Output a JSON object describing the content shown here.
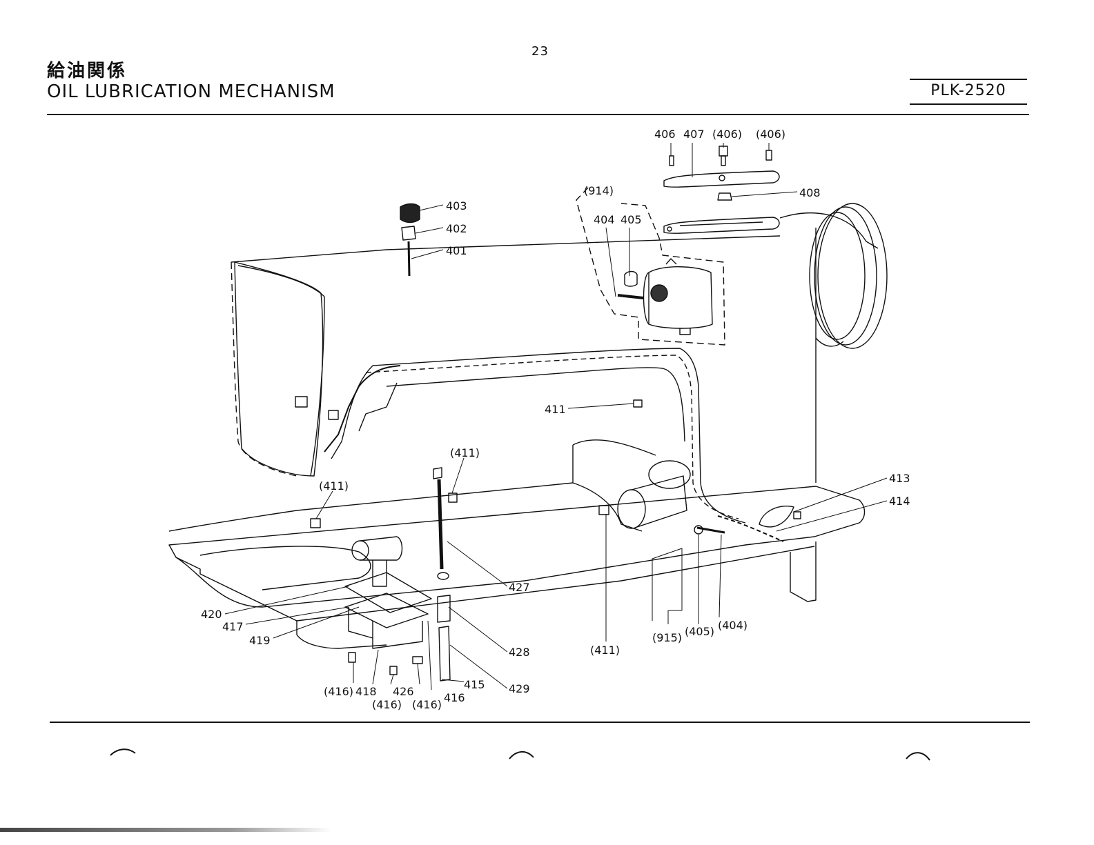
{
  "header": {
    "page_number": "23",
    "title_jp": "給油関係",
    "title_en": "OIL LUBRICATION MECHANISM",
    "model": "PLK-2520"
  },
  "callouts": {
    "c403": "403",
    "c402": "402",
    "c401": "401",
    "c406": "406",
    "c407": "407",
    "c406a": "(406)",
    "c406b": "(406)",
    "c408": "408",
    "c914": "(914)",
    "c404": "404",
    "c405": "405",
    "c411": "411",
    "c411a": "(411)",
    "c411b": "(411)",
    "c411c": "(411)",
    "c413": "413",
    "c414": "414",
    "c427": "427",
    "c428": "428",
    "c429": "429",
    "c420": "420",
    "c417": "417",
    "c419": "419",
    "c416a": "(416)",
    "c418": "418",
    "c426": "426",
    "c416b": "(416)",
    "c416c": "(416)",
    "c416": "416",
    "c415": "415",
    "c915": "(915)",
    "c405a": "(405)",
    "c404a": "(404)"
  }
}
